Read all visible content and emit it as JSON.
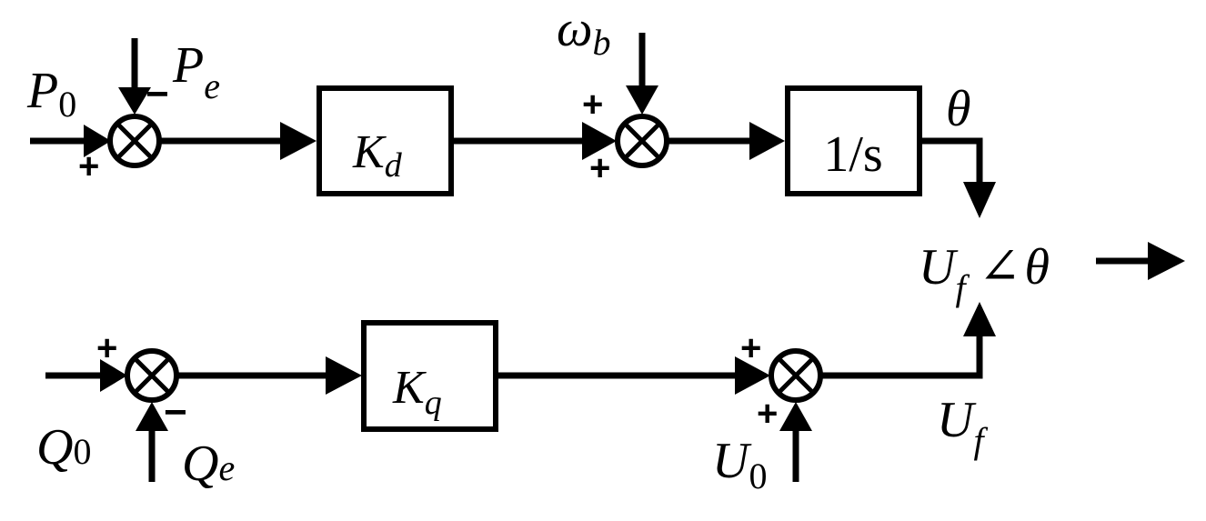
{
  "diagram": {
    "blocks": {
      "kd": {
        "main": "K",
        "sub": "d"
      },
      "integrator": {
        "text": "1/s"
      },
      "kq": {
        "main": "K",
        "sub": "q"
      }
    },
    "labels": {
      "p0": {
        "main": "P",
        "sub": "0"
      },
      "pe": {
        "main": "P",
        "sub": "e"
      },
      "omega_b": {
        "main": "ω",
        "sub": "b"
      },
      "theta": "θ",
      "q0": {
        "main": "Q",
        "sub": "0"
      },
      "qe": {
        "main": "Q",
        "sub": "e"
      },
      "u0": {
        "main": "U",
        "sub": "0"
      },
      "uf": {
        "main": "U",
        "sub": "f"
      },
      "output": {
        "main": "U",
        "sub": "f",
        "angle": "∠",
        "theta": "θ"
      }
    },
    "signs": {
      "sum1_p0": "+",
      "sum1_pe": "−",
      "sum2_top": "+",
      "sum2_left": "+",
      "sum3_q0": "+",
      "sum3_qe": "−",
      "sum4_left": "+",
      "sum4_u0": "+"
    }
  }
}
